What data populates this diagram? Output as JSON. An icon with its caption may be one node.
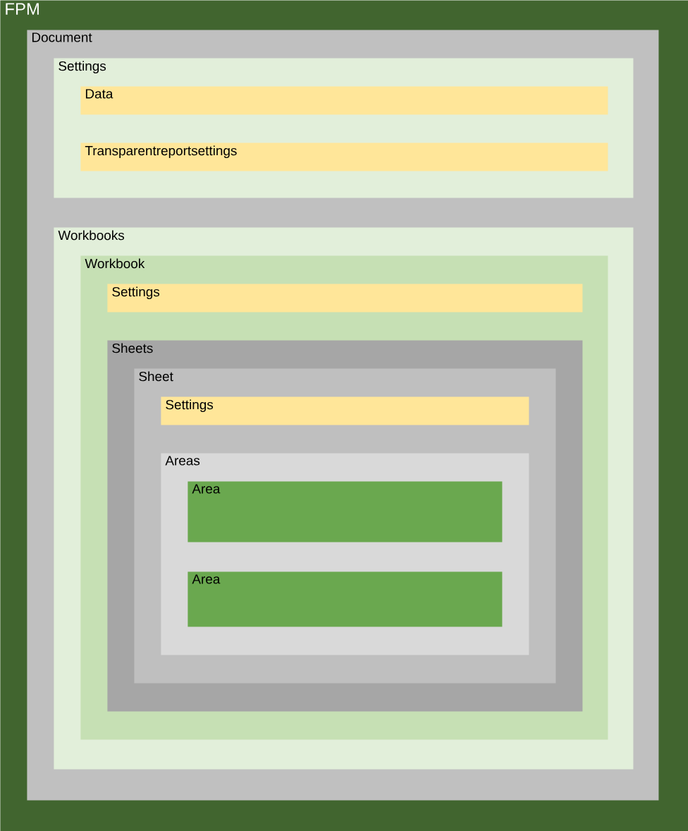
{
  "diagram": {
    "nodes": [
      {
        "text": [
          "FPM"
        ]
      },
      {
        "text": [
          "Document"
        ],
        "in": 0
      },
      {
        "text": [
          "Settings"
        ],
        "in": 1
      },
      {
        "text": [
          "Data"
        ],
        "in": 2
      },
      {
        "text": [
          "Transparentreportsettings"
        ],
        "in": 2
      },
      {
        "text": [
          "Workbooks"
        ],
        "in": 1
      },
      {
        "text": [
          "Workbook"
        ],
        "in": 5
      },
      {
        "text": [
          "Settings"
        ],
        "in": 6
      },
      {
        "text": [
          "Sheets"
        ],
        "in": 6
      },
      {
        "text": [
          "Sheet"
        ],
        "in": 8
      },
      {
        "text": [
          "Settings"
        ],
        "in": 9
      },
      {
        "text": [
          "Areas"
        ],
        "in": 9
      },
      {
        "text": [
          "Area"
        ],
        "in": 11
      },
      {
        "text": [
          "Area"
        ],
        "in": 11
      }
    ]
  }
}
